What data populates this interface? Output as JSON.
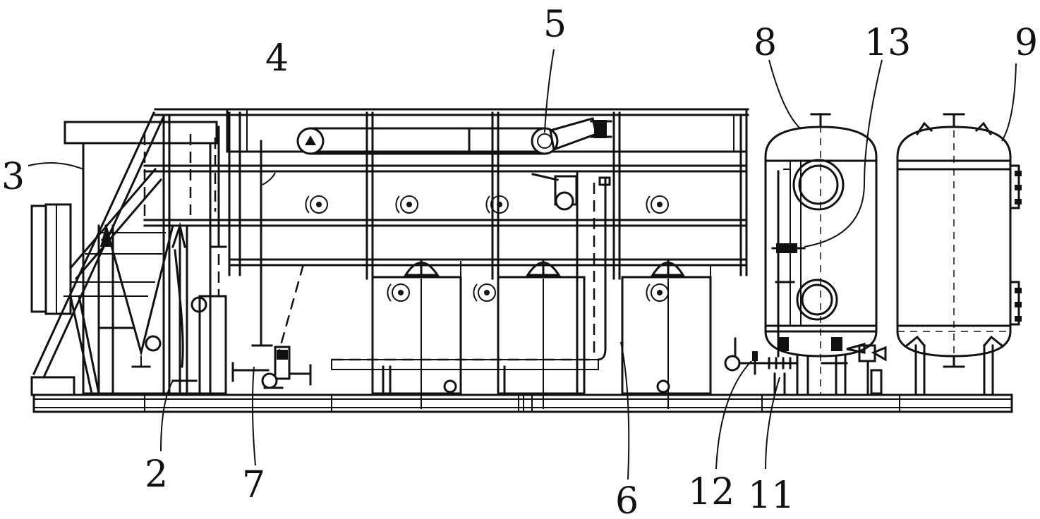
{
  "labels": {
    "l2": "2",
    "l3": "3",
    "l4": "4",
    "l5": "5",
    "l6": "6",
    "l7": "7",
    "l8": "8",
    "l9": "9",
    "l11": "11",
    "l12": "12",
    "l13": "13"
  },
  "colors": {
    "line": "#111111",
    "background": "#ffffff"
  }
}
